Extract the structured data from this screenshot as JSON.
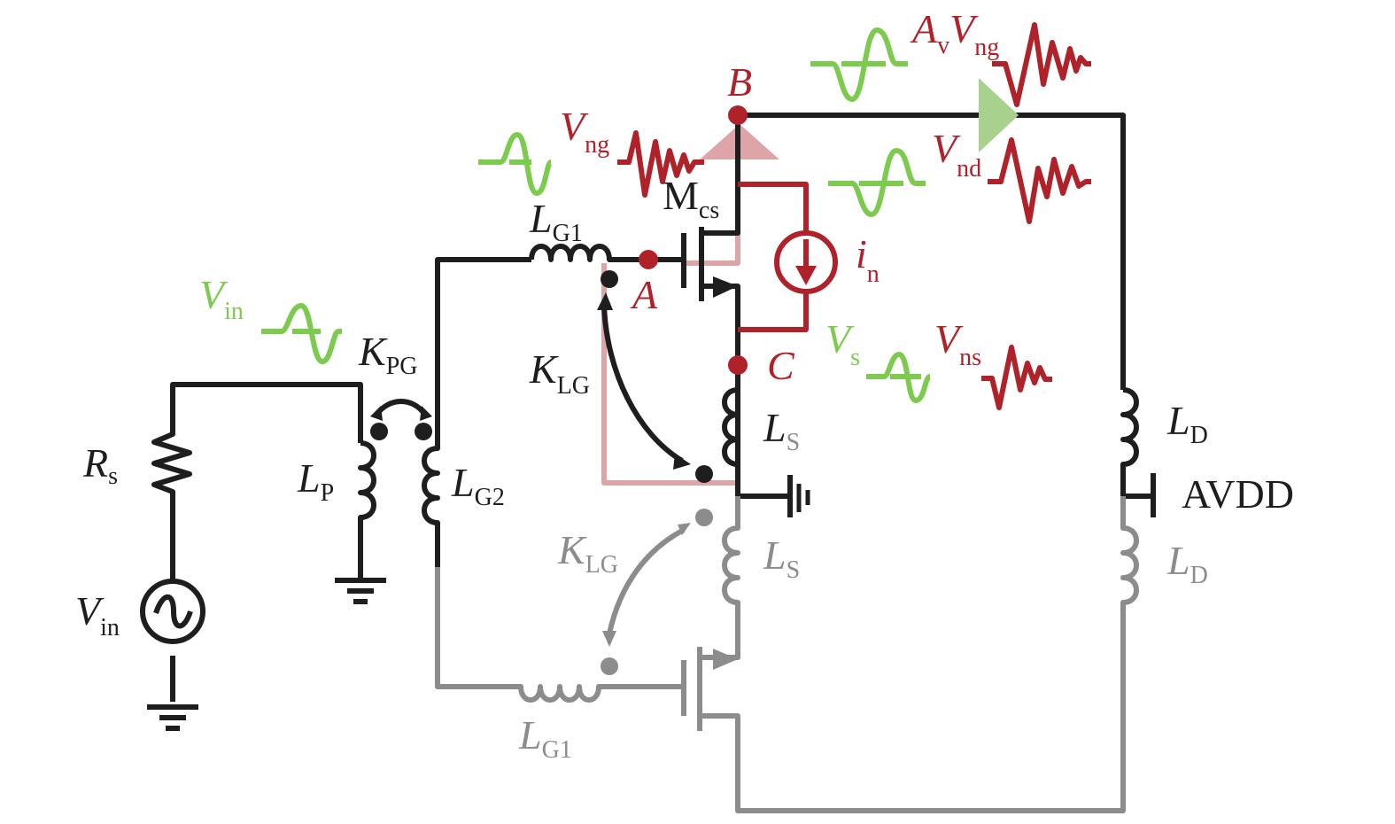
{
  "diagram": {
    "title": "Noise-cancelling LNA with transformer gate and source inductor coupling",
    "colors": {
      "circuit": "#1e1e1e",
      "mirror_circuit": "#8c8c8c",
      "noise": "#b0222a",
      "noise_path": "#dea5a8",
      "signal": "#7ccb4e",
      "output_arrow": "#a9d18e"
    },
    "nodes": [
      {
        "id": "A",
        "label": "A"
      },
      {
        "id": "B",
        "label": "B"
      },
      {
        "id": "C",
        "label": "C"
      }
    ],
    "components": {
      "rs": {
        "main": "R",
        "sub": "s"
      },
      "vin_source": {
        "main": "V",
        "sub": "in"
      },
      "lp": {
        "main": "L",
        "sub": "P"
      },
      "lg2": {
        "main": "L",
        "sub": "G2"
      },
      "kpg": {
        "main": "K",
        "sub": "PG"
      },
      "lg1": {
        "main": "L",
        "sub": "G1"
      },
      "klg": {
        "main": "K",
        "sub": "LG"
      },
      "mcs": {
        "main": "M",
        "sub": "cs"
      },
      "in": {
        "main": "i",
        "sub": "n"
      },
      "ls": {
        "main": "L",
        "sub": "S"
      },
      "ld": {
        "main": "L",
        "sub": "D"
      },
      "avdd": "AVDD",
      "lg1_mirror": {
        "main": "L",
        "sub": "G1"
      },
      "klg_mirror": {
        "main": "K",
        "sub": "LG"
      },
      "ls_mirror": {
        "main": "L",
        "sub": "S"
      },
      "ld_mirror": {
        "main": "L",
        "sub": "D"
      }
    },
    "waveforms": {
      "vin": {
        "main": "V",
        "sub": "in"
      },
      "vng": {
        "main": "V",
        "sub": "ng"
      },
      "avvng": {
        "main": "A",
        "sub1": "v",
        "main2": "V",
        "sub2": "ng"
      },
      "vnd": {
        "main": "V",
        "sub": "nd"
      },
      "vs": {
        "main": "V",
        "sub": "s"
      },
      "vns": {
        "main": "V",
        "sub": "ns"
      }
    }
  }
}
